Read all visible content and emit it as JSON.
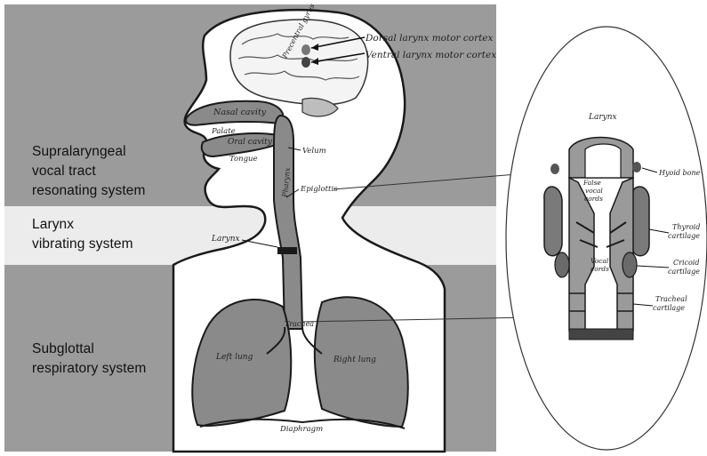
{
  "bands": {
    "supralaryngeal": {
      "lines": [
        "Supralaryngeal",
        "vocal tract",
        "resonating system"
      ],
      "color": "#9b9b9b"
    },
    "larynx": {
      "lines": [
        "Larynx",
        "vibrating system"
      ],
      "color": "#ececec"
    },
    "subglottal": {
      "lines": [
        "Subglottal",
        "respiratory system"
      ],
      "color": "#9b9b9b"
    }
  },
  "brain_labels": {
    "precentral_gyrus": "Precentral gyrus",
    "dorsal": "Dorsal larynx motor cortex",
    "ventral": "Ventral larynx motor cortex"
  },
  "anatomy_labels": {
    "nasal_cavity": "Nasal cavity",
    "palate": "Palate",
    "oral_cavity": "Oral cavity",
    "velum": "Velum",
    "tongue": "Tongue",
    "pharynx": "Pharynx",
    "epiglottis": "Epiglottis",
    "larynx": "Larynx",
    "trachea": "Trachea",
    "left_lung": "Left lung",
    "right_lung": "Right lung",
    "diaphragm": "Diaphragm"
  },
  "inset_labels": {
    "title": "Larynx",
    "hyoid": "Hyoid bone",
    "false_vocal_1": "False",
    "false_vocal_2": "vocal",
    "false_vocal_3": "cords",
    "vocal_1": "Vocal",
    "vocal_2": "cords",
    "thyroid_1": "Thyroid",
    "thyroid_2": "cartilage",
    "cricoid_1": "Cricoid",
    "cricoid_2": "cartilage",
    "tracheal_1": "Tracheal",
    "tracheal_2": "cartilage"
  },
  "colors": {
    "band_dark": "#9b9b9b",
    "band_light": "#ececec",
    "organ_fill": "#8a8a8a",
    "outline": "#1a1a1a"
  }
}
